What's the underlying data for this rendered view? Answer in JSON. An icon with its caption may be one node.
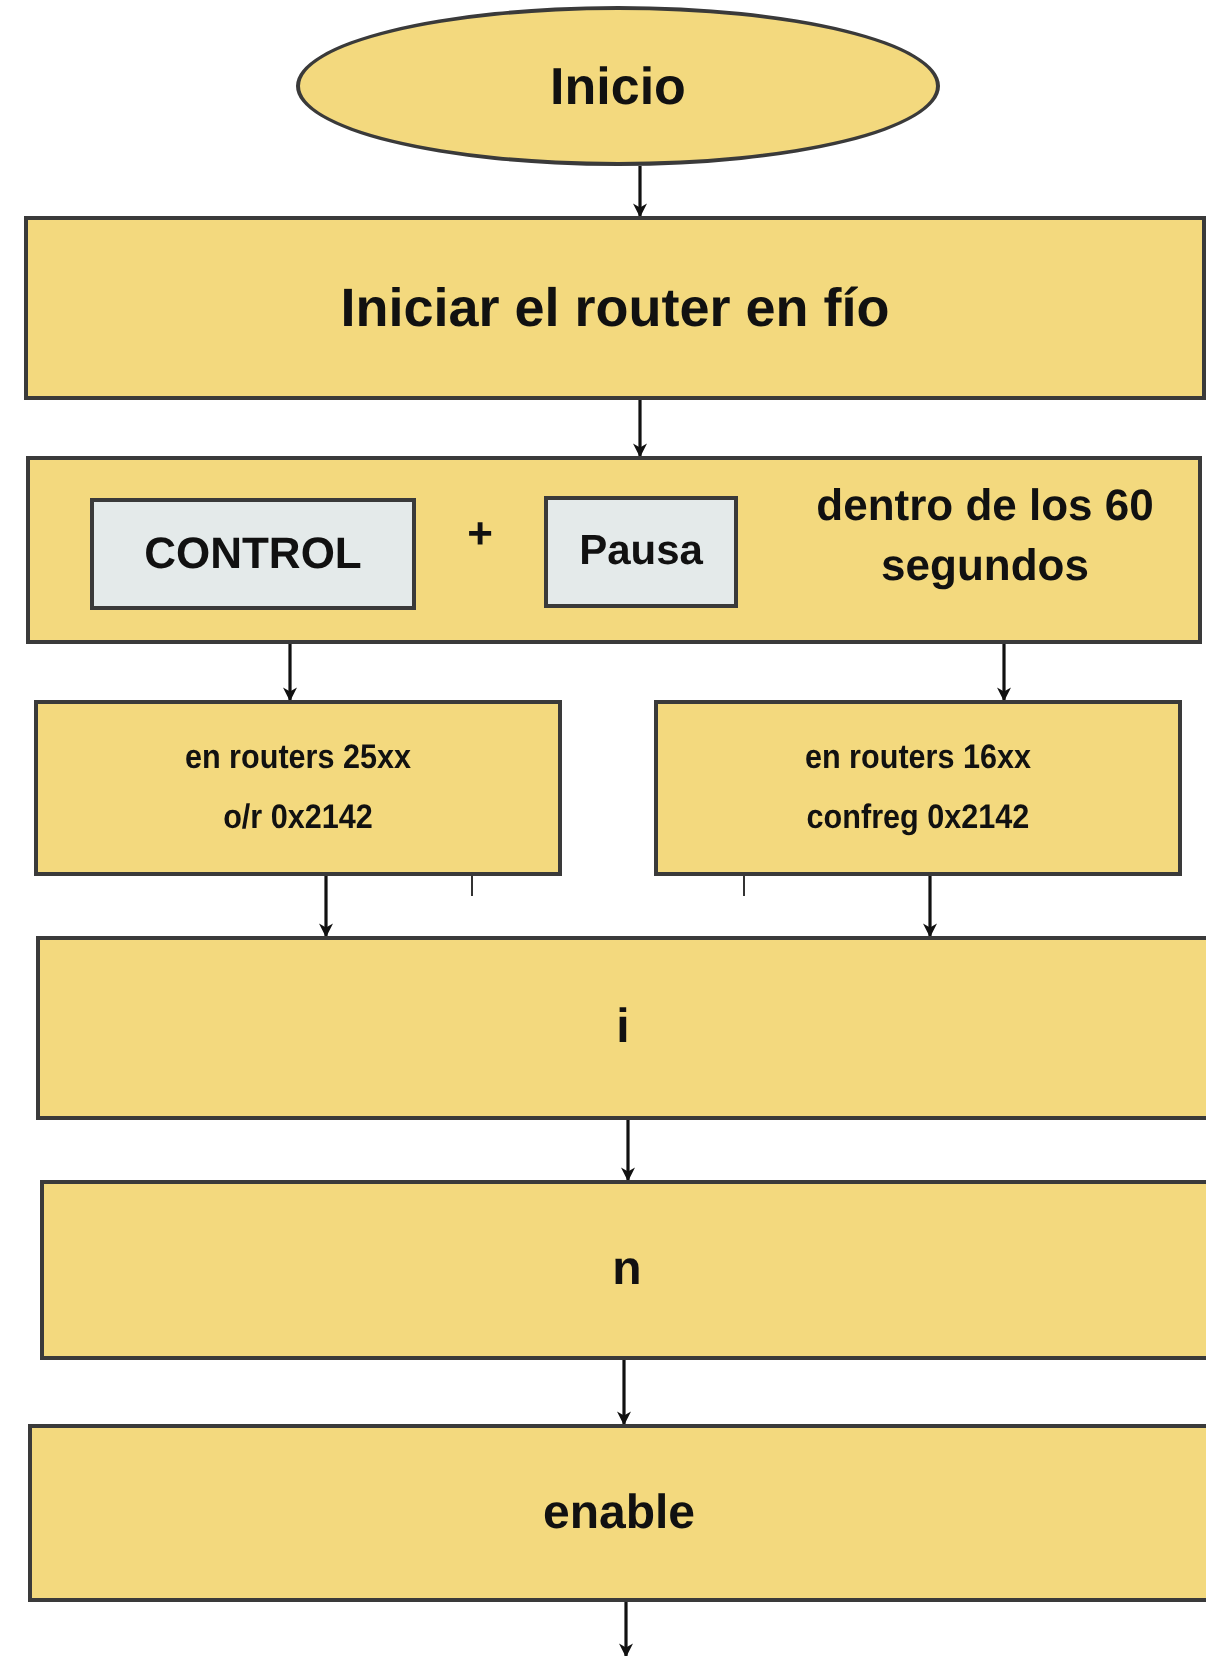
{
  "diagram": {
    "nodes": [
      {
        "text": [
          "Inicio"
        ]
      },
      {
        "text": [
          "Iniciar el router en fío"
        ]
      },
      {
        "text": [
          "+",
          "dentro de los 60 segundos"
        ]
      },
      {
        "text": [
          "CONTROL"
        ],
        "in": 2
      },
      {
        "text": [
          "Pausa"
        ],
        "in": 2
      },
      {
        "text": [
          "en routers 25xx o/r 0x2142"
        ]
      },
      {
        "text": [
          "en routers 16xx confreg 0x2142"
        ]
      },
      {
        "text": [
          "i"
        ]
      },
      {
        "text": [
          "n"
        ]
      },
      {
        "text": [
          "enable"
        ]
      }
    ],
    "edges": [
      {
        "from": 0,
        "to": 1,
        "arrow": "to"
      },
      {
        "from": 1,
        "to": 2,
        "arrow": "to"
      },
      {
        "from": 2,
        "to": 5,
        "arrow": "to"
      },
      {
        "from": 2,
        "to": 6,
        "arrow": "to"
      },
      {
        "from": 5,
        "to": 7,
        "arrow": "to"
      },
      {
        "from": 6,
        "to": 7,
        "arrow": "to"
      },
      {
        "from": 7,
        "to": 8,
        "arrow": "to"
      },
      {
        "from": 8,
        "to": 9,
        "arrow": "to"
      },
      {
        "from": 9,
        "to": null,
        "arrow": "to"
      }
    ]
  }
}
